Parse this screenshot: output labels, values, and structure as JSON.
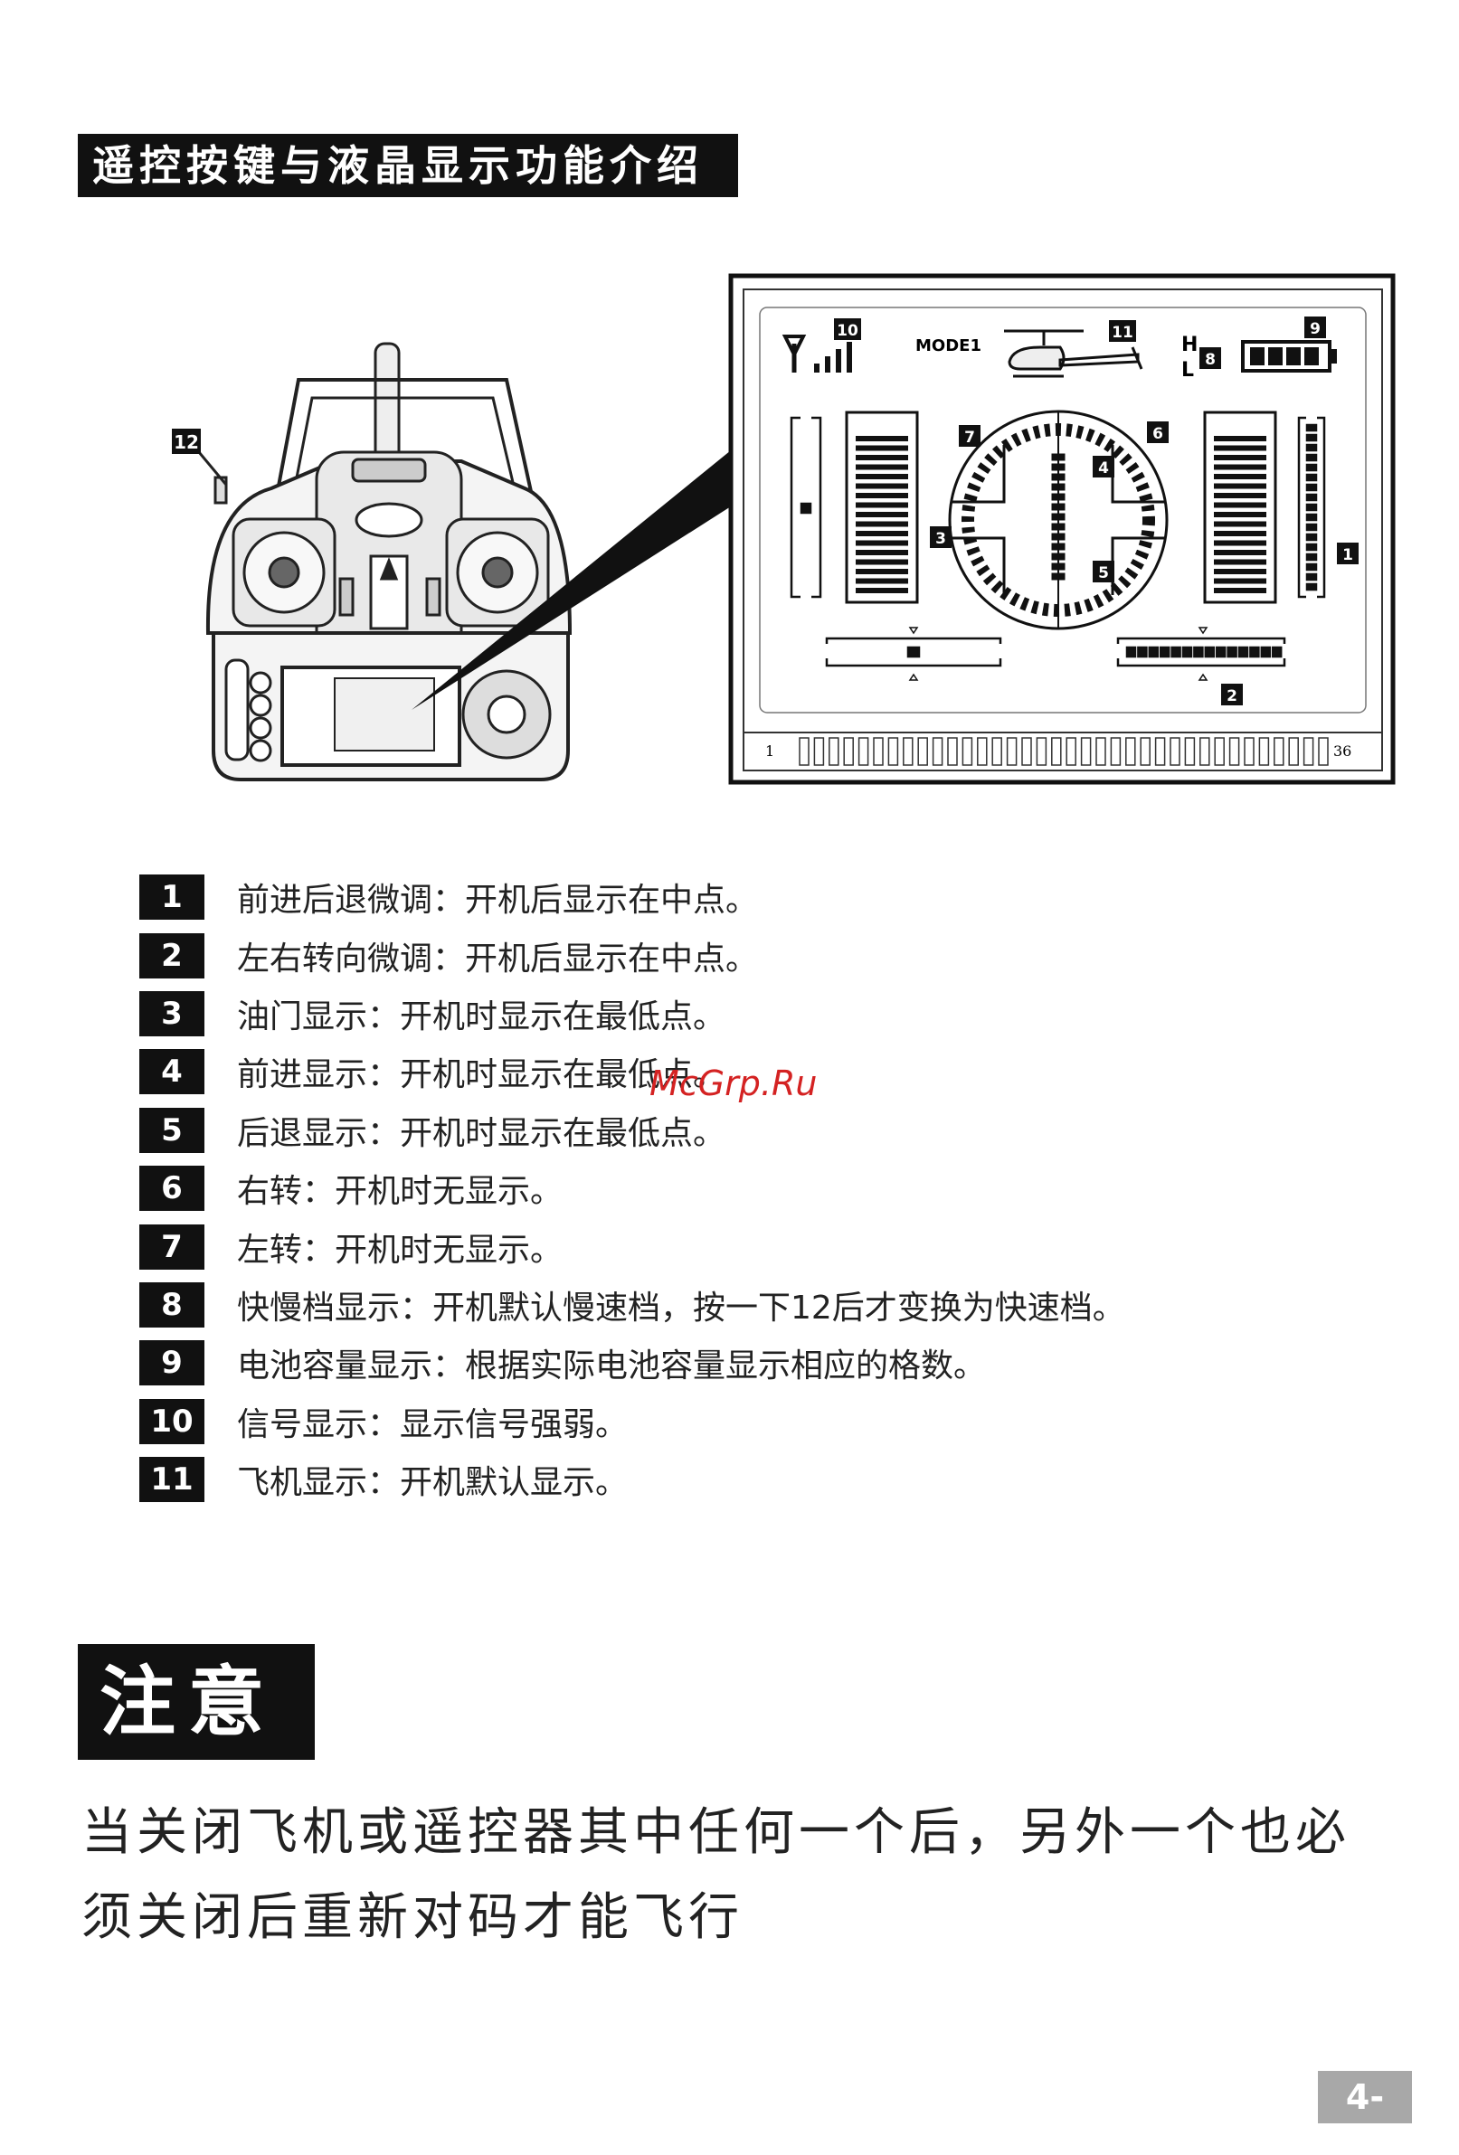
{
  "title": "遥控按键与液晶显示功能介绍",
  "figure": {
    "remote_callout": "12",
    "lcd": {
      "mode_label": "MODE1",
      "high_label": "H",
      "low_label": "L",
      "scale_start": "1",
      "scale_end": "36",
      "callouts": [
        "1",
        "2",
        "3",
        "4",
        "5",
        "6",
        "7",
        "8",
        "9",
        "10",
        "11"
      ]
    }
  },
  "legend": [
    {
      "num": "1",
      "text": "前进后退微调：开机后显示在中点。"
    },
    {
      "num": "2",
      "text": "左右转向微调：开机后显示在中点。"
    },
    {
      "num": "3",
      "text": "油门显示：开机时显示在最低点。"
    },
    {
      "num": "4",
      "text": "前进显示：开机时显示在最低点。"
    },
    {
      "num": "5",
      "text": "后退显示：开机时显示在最低点。"
    },
    {
      "num": "6",
      "text": "右转：开机时无显示。"
    },
    {
      "num": "7",
      "text": "左转：开机时无显示。"
    },
    {
      "num": "8",
      "text": "快慢档显示：开机默认慢速档，按一下12后才变换为快速档。"
    },
    {
      "num": "9",
      "text": "电池容量显示：根据实际电池容量显示相应的格数。"
    },
    {
      "num": "10",
      "text": "信号显示：显示信号强弱。"
    },
    {
      "num": "11",
      "text": "飞机显示：开机默认显示。"
    }
  ],
  "watermark": "McGrp.Ru",
  "note": {
    "heading": "注意",
    "line1": "当关闭飞机或遥控器其中任何一个后，另外一个也必",
    "line2": "须关闭后重新对码才能飞行"
  },
  "page_number": "4-"
}
